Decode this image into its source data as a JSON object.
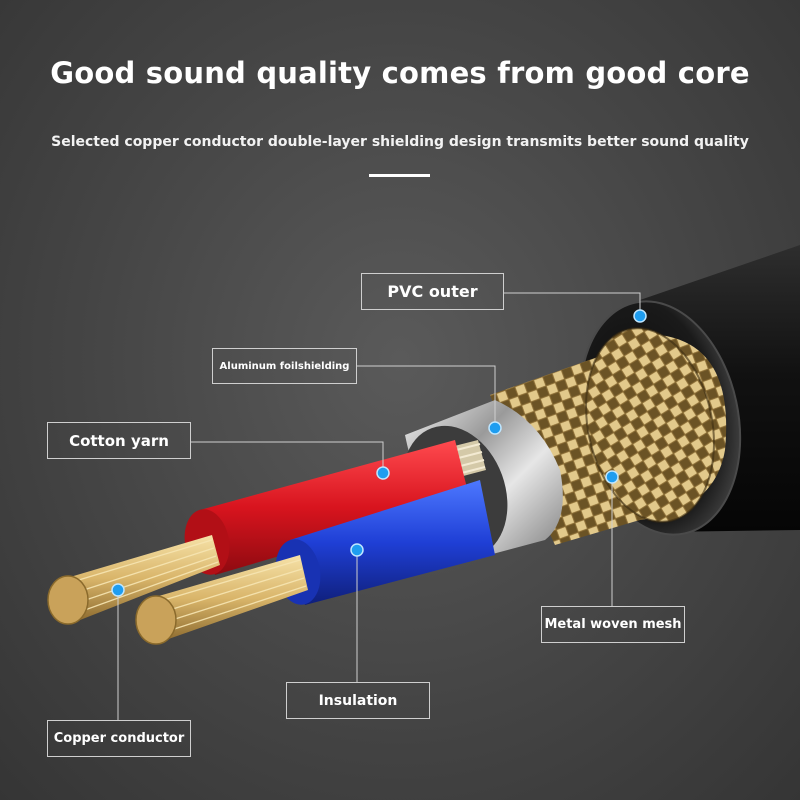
{
  "header": {
    "title": "Good sound quality comes from good core",
    "subtitle": "Selected copper conductor double-layer shielding design transmits better sound quality"
  },
  "colors": {
    "background": "#454545",
    "outer_jacket": "#151515",
    "red_wire": "#d8141e",
    "blue_wire": "#1f3fd6",
    "copper": "#d9b56a",
    "foil": "#c9c9c9",
    "marker": "#1e9df0",
    "leader_line": "#cfcfcf"
  },
  "callouts": {
    "pvc_outer": "PVC outer",
    "aluminum_foil": "Aluminum foilshielding",
    "cotton_yarn": "Cotton yarn",
    "metal_mesh": "Metal woven mesh",
    "insulation": "Insulation",
    "copper_conductor": "Copper conductor"
  }
}
